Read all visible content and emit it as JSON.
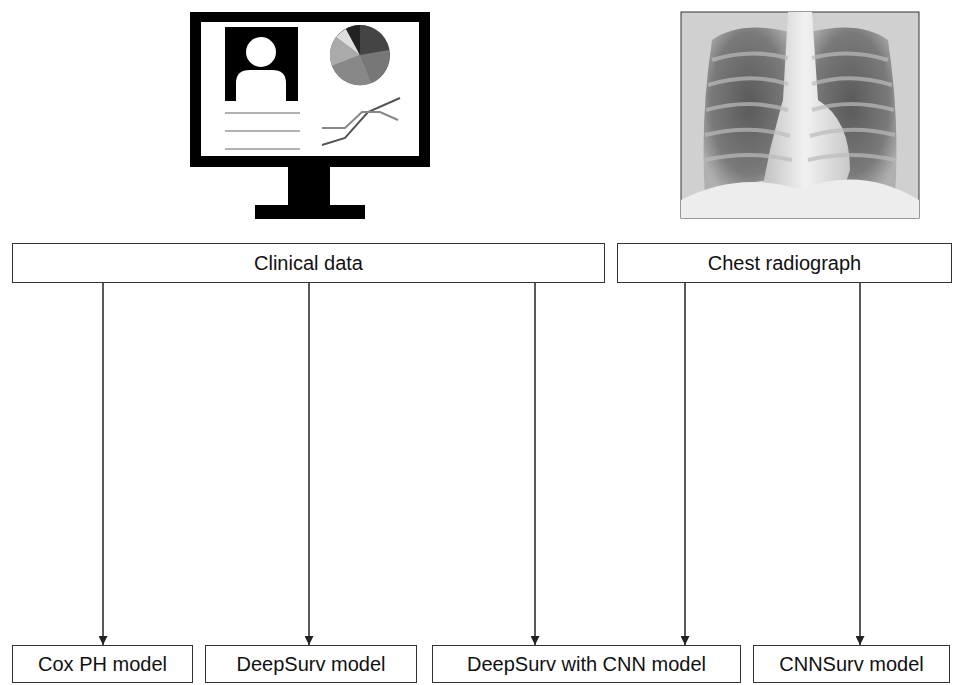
{
  "diagram": {
    "nodes": [
      {
        "text": [
          "Clinical data"
        ]
      },
      {
        "text": [
          "Chest radiograph"
        ]
      },
      {
        "text": [
          "Cox PH model"
        ]
      },
      {
        "text": [
          "DeepSurv model"
        ]
      },
      {
        "text": [
          "DeepSurv with CNN model"
        ]
      },
      {
        "text": [
          "CNNSurv model"
        ]
      }
    ],
    "edges": [
      {
        "from": 0,
        "to": 2,
        "arrow": "to"
      },
      {
        "from": 0,
        "to": 3,
        "arrow": "to"
      },
      {
        "from": 0,
        "to": 4,
        "arrow": "to"
      },
      {
        "from": 1,
        "to": 4,
        "arrow": "to"
      },
      {
        "from": 1,
        "to": 5,
        "arrow": "to"
      }
    ]
  }
}
